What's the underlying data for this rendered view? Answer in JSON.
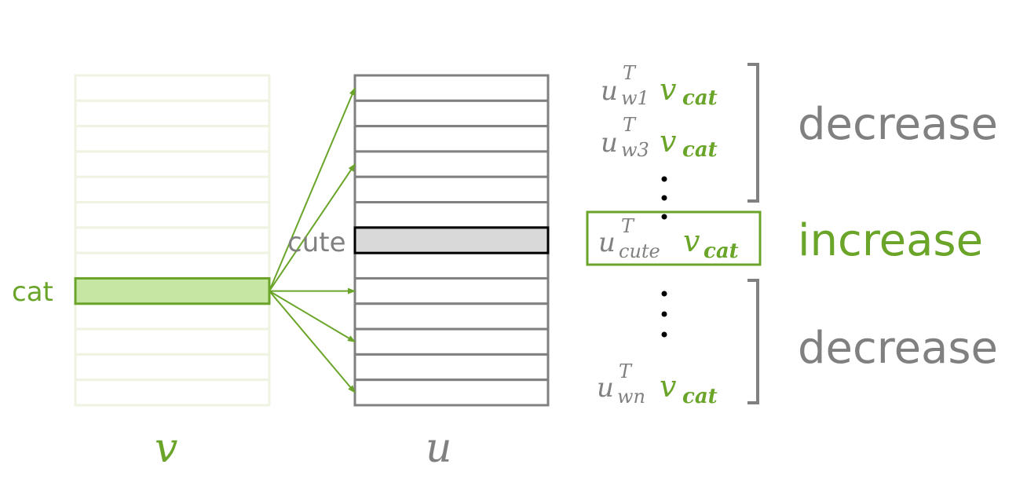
{
  "matrix_v": {
    "label": "v",
    "row_count": 13,
    "highlight_row": 8,
    "highlight_label": "cat"
  },
  "matrix_u": {
    "label": "u",
    "row_count": 13,
    "highlight_row": 6,
    "highlight_label": "cute",
    "arrow_target_rows": [
      0,
      3,
      8,
      10,
      12
    ]
  },
  "terms": [
    {
      "u": "u",
      "sup": "T",
      "sub": "w1",
      "v": "v",
      "vsub": "cat"
    },
    {
      "u": "u",
      "sup": "T",
      "sub": "w3",
      "v": "v",
      "vsub": "cat"
    },
    {
      "u": "u",
      "sup": "T",
      "sub": "cute",
      "v": "v",
      "vsub": "cat"
    },
    {
      "u": "u",
      "sup": "T",
      "sub": "wn",
      "v": "v",
      "vsub": "cat"
    }
  ],
  "labels": {
    "decrease_top": "decrease",
    "increase": "increase",
    "decrease_bottom": "decrease"
  },
  "colors": {
    "green": "#6aa52a",
    "light_green_border": "#eef3e2",
    "light_green_fill": "#c6e6a3",
    "gray": "#808080",
    "highlight_gray": "#d9d9d9",
    "black": "#000000"
  }
}
